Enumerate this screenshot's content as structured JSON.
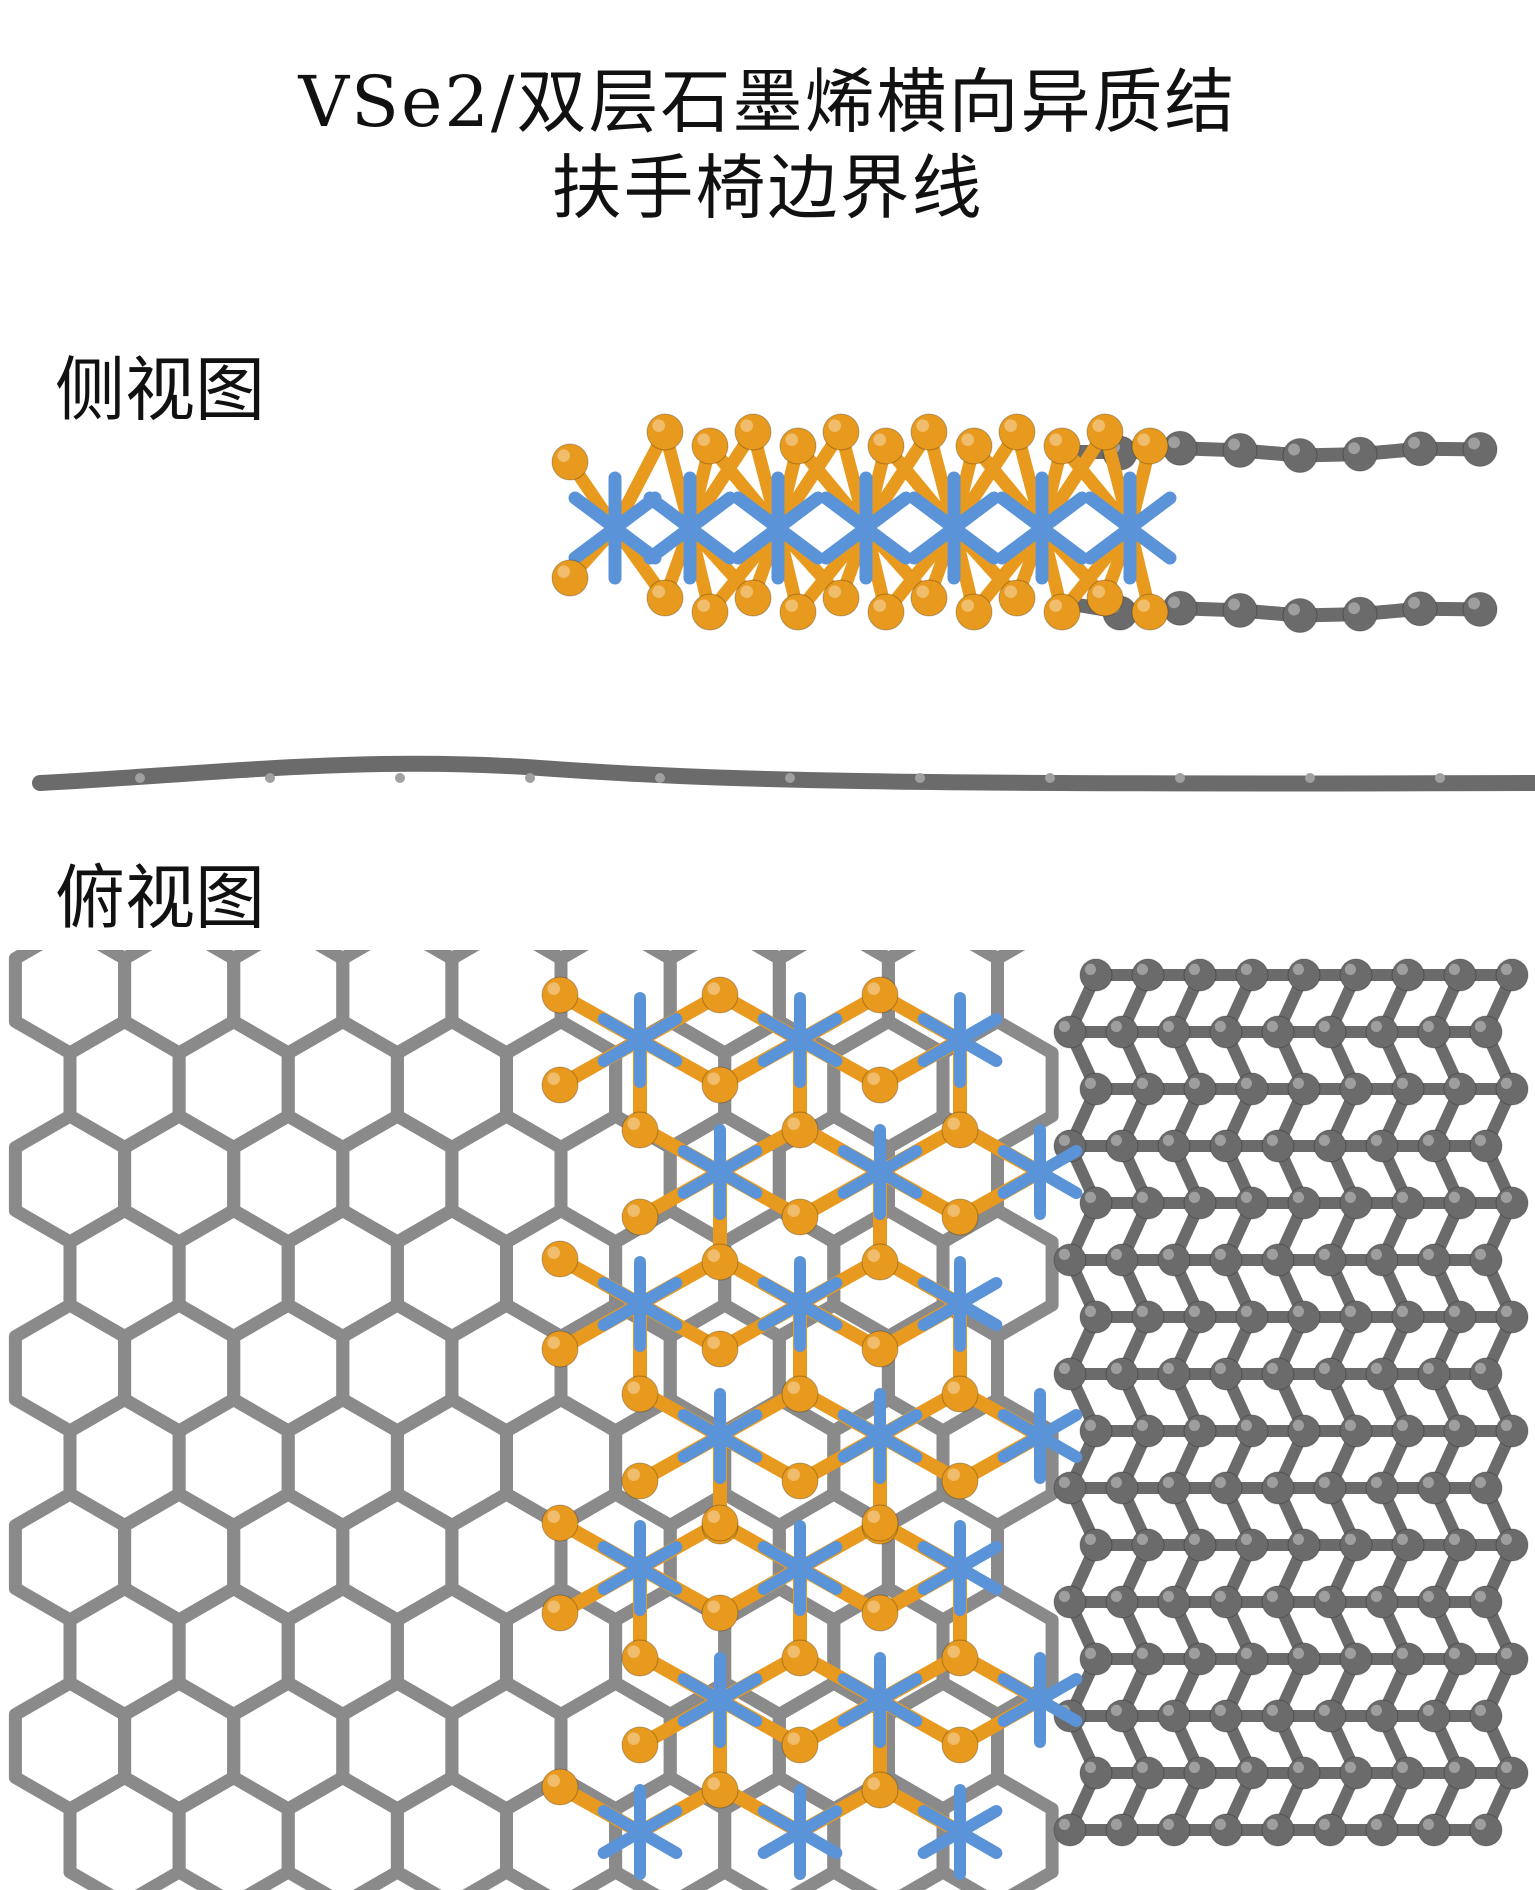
{
  "title": {
    "line1": "VSe2/双层石墨烯横向异质结",
    "line2": "扶手椅边界线"
  },
  "labels": {
    "side_view": "侧视图",
    "top_view": "俯视图"
  },
  "colors": {
    "background": "#ffffff",
    "vanadium": "#5b93d8",
    "selenium": "#e89a1e",
    "carbon_atom": "#6b6b6b",
    "graphene_bond": "#8a8a8a",
    "text": "#111111"
  },
  "legend_icons": [
    "vanadium-atom-icon",
    "selenium-atom-icon",
    "carbon-atom-icon"
  ]
}
